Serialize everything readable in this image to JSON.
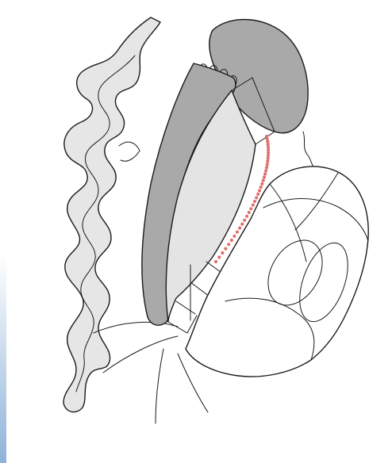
{
  "colors": {
    "background": "#ffffff",
    "outline": "#1a1a1a",
    "fold_fill": "#e6e6e6",
    "dark_fill": "#a9a9a9",
    "light_fill": "#e4e4e4",
    "dotted_line": "#e0706a",
    "edge_strip_top": "#ffffff",
    "edge_strip_bottom": "#8fb3d9"
  },
  "figure": {
    "structures": [
      {
        "name": "convoluted-fold-structure",
        "shading": "light-gray"
      },
      {
        "name": "upper-oval-structure",
        "shading": "dark-gray"
      },
      {
        "name": "curved-band-structure",
        "shading": "dark-gray"
      },
      {
        "name": "inner-light-panel",
        "shading": "light-gray"
      },
      {
        "name": "right-lobulated-mass",
        "shading": "none"
      },
      {
        "name": "dotted-incision-line",
        "style": "red-dotted"
      }
    ]
  }
}
